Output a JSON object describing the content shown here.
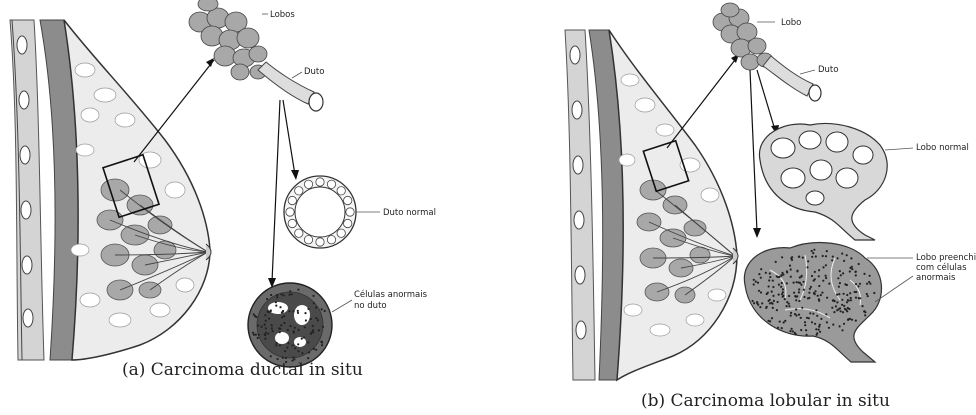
{
  "panel_a": {
    "labels": {
      "lobos": "Lobos",
      "duto": "Duto",
      "duto_normal": "Duto normal",
      "celulas_line1": "Células anormais",
      "celulas_line2": "no duto"
    },
    "caption": "(a) Carcinoma ductal in situ"
  },
  "panel_b": {
    "labels": {
      "lobo": "Lobo",
      "duto": "Duto",
      "lobo_normal": "Lobo normal",
      "preenchido_line1": "Lobo preenchido",
      "preenchido_line2": "com células",
      "preenchido_line3": "anormais"
    },
    "caption": "(b) Carcinoma lobular in situ"
  },
  "colors": {
    "tissue": "#e6e6e6",
    "gland": "#a8a8a8",
    "muscle": "#8c8c8c",
    "ink": "#3a3a3a"
  }
}
